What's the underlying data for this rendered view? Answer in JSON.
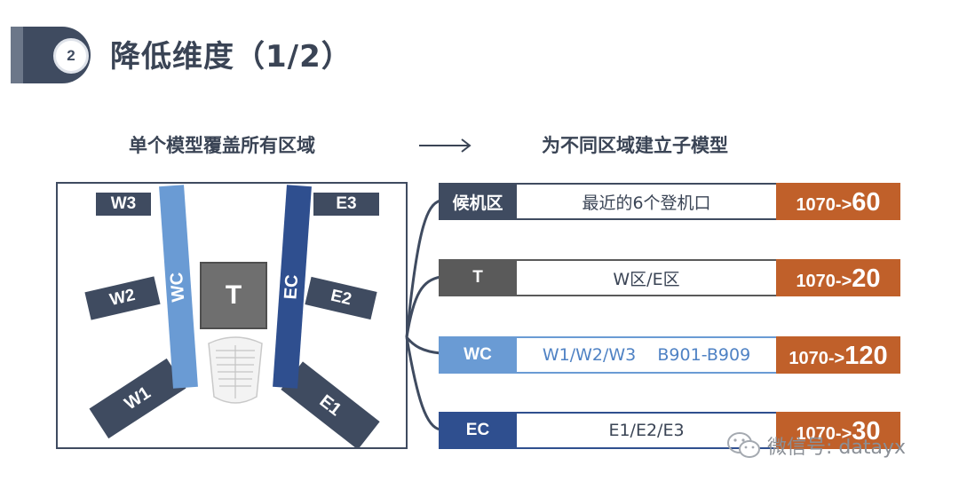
{
  "header": {
    "section_number": "2",
    "title": "降低维度（1/2）"
  },
  "left_heading": "单个模型覆盖所有区域",
  "right_heading": "为不同区域建立子模型",
  "map": {
    "gates": {
      "w3": "W3",
      "w2": "W2",
      "w1": "W1",
      "e3": "E3",
      "e2": "E2",
      "e1": "E1"
    },
    "piers": {
      "wc": "WC",
      "ec": "EC"
    },
    "terminal": "T"
  },
  "rows": [
    {
      "key": "候机区",
      "desc": "最近的6个登机口",
      "from": "1070->",
      "to": "60"
    },
    {
      "key": "T",
      "desc": "W区/E区",
      "from": "1070->",
      "to": "20"
    },
    {
      "key": "WC",
      "desc": "W1/W2/W3    B901-B909",
      "from": "1070->",
      "to": "120"
    },
    {
      "key": "EC",
      "desc": "E1/E2/E3",
      "from": "1070->",
      "to": "30"
    }
  ],
  "watermark": {
    "text": "微信号: datayx"
  },
  "colors": {
    "dark": "#3f4b60",
    "terminal_gray": "#5a5a5a",
    "wc_blue": "#6a9bd4",
    "ec_blue": "#2f4f8f",
    "orange": "#c0602a"
  }
}
